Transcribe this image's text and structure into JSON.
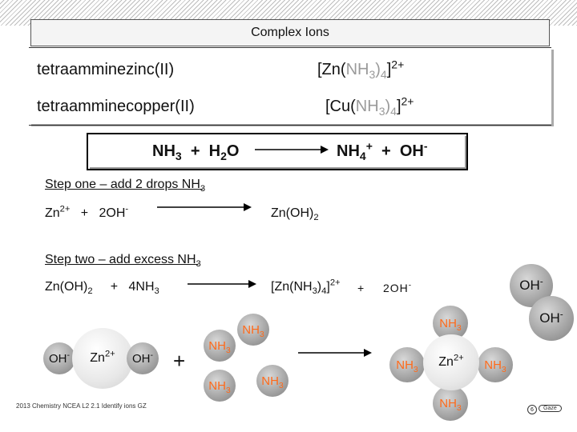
{
  "title": "Complex Ions",
  "complexes": [
    {
      "name": "tetraamminezinc(II)",
      "metal": "[Zn(",
      "ligand": "NH",
      "lig_sub": "3",
      "lig_close": ")",
      "count": "4",
      "close": "]",
      "charge": "2+"
    },
    {
      "name": "tetraamminecopper(II)",
      "metal": "[Cu(",
      "ligand": "NH",
      "lig_sub": "3",
      "lig_close": ")",
      "count": "4",
      "close": "]",
      "charge": "2+"
    }
  ],
  "equation": {
    "lhs1": "NH",
    "lhs1_sub": "3",
    "plus": "+",
    "lhs2": "H",
    "lhs2_sub": "2",
    "lhs2_end": "O",
    "rhs1": "NH",
    "rhs1_sub": "4",
    "rhs1_sup": "+",
    "rhs2": "OH",
    "rhs2_sup": "-"
  },
  "step_one": {
    "heading": "Step one – add 2 drops NH",
    "heading_sub": "3",
    "r1": "Zn",
    "r1_sup": "2+",
    "plus": "+",
    "r2": "2OH",
    "r2_sup": "-",
    "product": "Zn(OH)",
    "product_sub": "2"
  },
  "step_two": {
    "heading": "Step two – add excess NH",
    "heading_sub": "3",
    "r1": "Zn(OH)",
    "r1_sub": "2",
    "plus": "+",
    "r2": "4NH",
    "r2_sub": "3",
    "p1": "[Zn(NH",
    "p1_sub": "3",
    "p1_mid": ")",
    "p1_sub2": "4",
    "p1_end": "]",
    "p1_sup": "2+",
    "plus2": "+",
    "p2": "2OH",
    "p2_sup": "-"
  },
  "diagram": {
    "oh": "OH",
    "oh_sup": "-",
    "zn": "Zn",
    "zn_sup": "2+",
    "nh3": "NH",
    "nh3_sub": "3",
    "plus": "+"
  },
  "footer": {
    "watermark": "2013 Chemistry NCEA L2 2.1 Identify ions GZ",
    "page": "6",
    "page_label": "Gaze"
  },
  "colors": {
    "ligand": "#9a9a9a",
    "nh3_ball_text": "#ff6a1a"
  }
}
